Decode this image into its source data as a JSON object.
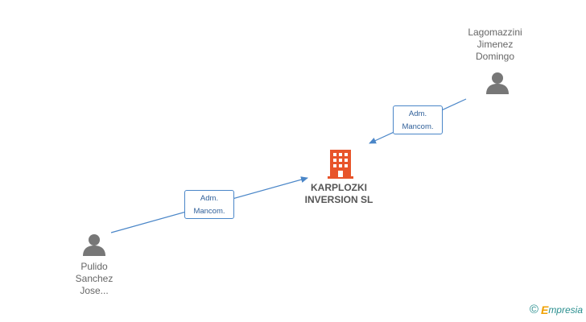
{
  "company": {
    "name_line1": "KARPLOZKI",
    "name_line2": "INVERSION SL",
    "icon": "building-icon",
    "color": "#e8542a"
  },
  "people": [
    {
      "name_lines": [
        "Lagomazzini",
        "Jimenez",
        "Domingo"
      ],
      "icon": "person-icon"
    },
    {
      "name_lines": [
        "Pulido",
        "Sanchez",
        "Jose..."
      ],
      "icon": "person-icon"
    }
  ],
  "relations": [
    {
      "line1": "Adm.",
      "line2": "Mancom."
    },
    {
      "line1": "Adm.",
      "line2": "Mancom."
    }
  ],
  "watermark": {
    "symbol": "©",
    "brand_initial": "E",
    "brand_rest": "mpresia"
  },
  "colors": {
    "edge": "#4a86c8",
    "person": "#777777",
    "company": "#e8542a"
  }
}
